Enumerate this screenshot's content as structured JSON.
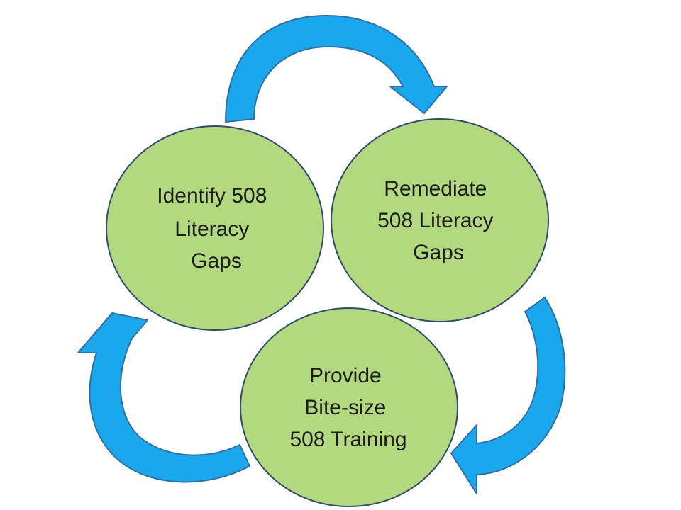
{
  "colors": {
    "node_fill": "#b2d97e",
    "node_stroke": "#2e4d6e",
    "arrow_fill": "#18a8ee",
    "arrow_stroke": "#2e6fa8"
  },
  "nodes": [
    {
      "id": "identify",
      "lines": [
        "Identify  508",
        "Literacy",
        "Gaps"
      ]
    },
    {
      "id": "remediate",
      "lines": [
        "Remediate",
        "508 Literacy",
        "Gaps"
      ]
    },
    {
      "id": "provide",
      "lines": [
        "Provide",
        "Bite-size",
        "508 Training"
      ]
    }
  ],
  "arrows": [
    {
      "id": "identify-to-remediate",
      "icon": "curved-arrow-icon"
    },
    {
      "id": "remediate-to-provide",
      "icon": "curved-arrow-icon"
    },
    {
      "id": "provide-to-identify",
      "icon": "curved-arrow-icon"
    }
  ]
}
